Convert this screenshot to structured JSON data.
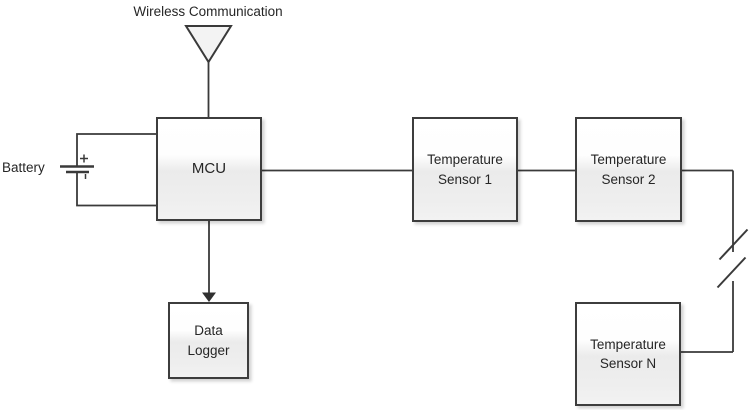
{
  "diagram": {
    "wireless_label": "Wireless Communication",
    "battery_label": "Battery",
    "nodes": {
      "mcu": {
        "label": "MCU"
      },
      "sensor1": {
        "line1": "Temperature",
        "line2": "Sensor 1"
      },
      "sensor2": {
        "line1": "Temperature",
        "line2": "Sensor 2"
      },
      "sensorN": {
        "line1": "Temperature",
        "line2": "Sensor N"
      },
      "data_logger": {
        "line1": "Data",
        "line2": "Logger"
      }
    },
    "connections": [
      {
        "from": "antenna",
        "to": "MCU",
        "style": "plain"
      },
      {
        "from": "Battery",
        "to": "MCU",
        "style": "loop"
      },
      {
        "from": "MCU",
        "to": "Temperature Sensor 1",
        "style": "plain"
      },
      {
        "from": "Temperature Sensor 1",
        "to": "Temperature Sensor 2",
        "style": "plain"
      },
      {
        "from": "Temperature Sensor 2",
        "to": "Temperature Sensor N",
        "style": "break"
      },
      {
        "from": "MCU",
        "to": "Data Logger",
        "style": "arrow"
      }
    ],
    "colors": {
      "line": "#3a3a3a",
      "box_border": "#3d3d3d",
      "box_fill_top": "#ffffff",
      "box_fill_bottom": "#ececec",
      "text": "#262626",
      "background": "#ffffff"
    }
  }
}
